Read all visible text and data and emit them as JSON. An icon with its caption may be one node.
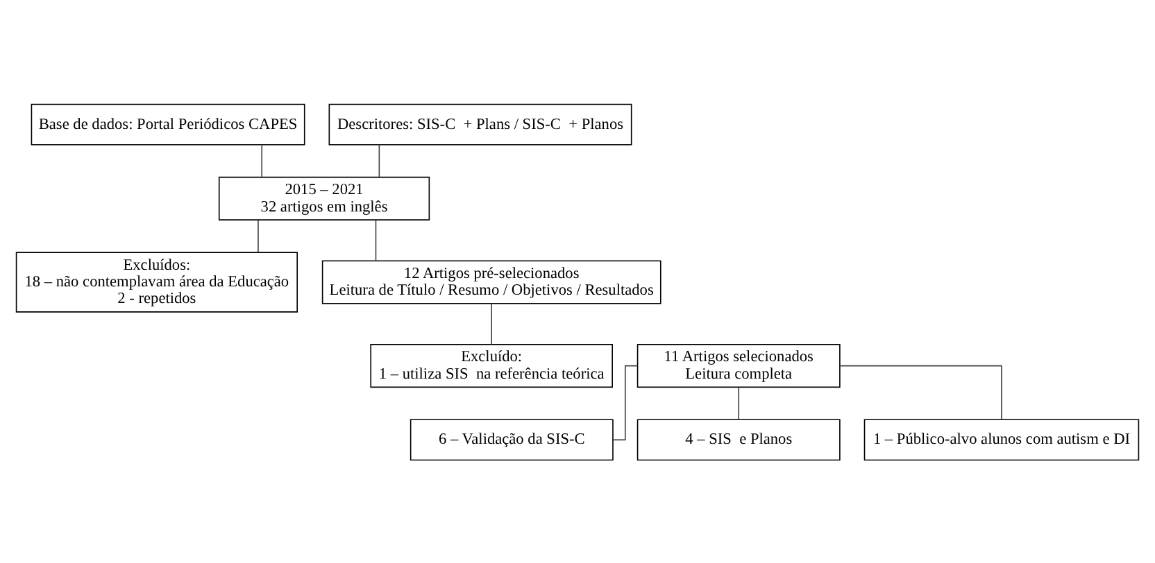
{
  "diagram": {
    "nodes": [
      {
        "text": [
          "Base de dados: Portal Periódicos CAPES"
        ]
      },
      {
        "text": [
          "Descritores: SIS-C  + Plans / SIS-C  + Planos"
        ]
      },
      {
        "text": [
          "2015 – 2021",
          "32 artigos em inglês"
        ]
      },
      {
        "text": [
          "Excluídos:",
          "18 – não contemplavam área da Educação",
          "2 - repetidos"
        ]
      },
      {
        "text": [
          "12 Artigos pré-selecionados",
          "Leitura de Título / Resumo / Objetivos / Resultados"
        ]
      },
      {
        "text": [
          "Excluído:",
          "1 – utiliza SIS  na referência teórica"
        ]
      },
      {
        "text": [
          "11 Artigos selecionados",
          "Leitura completa"
        ]
      },
      {
        "text": [
          "6 – Validação da SIS-C"
        ]
      },
      {
        "text": [
          "4 – SIS  e Planos"
        ]
      },
      {
        "text": [
          "1 – Público-alvo alunos com autism e DI"
        ]
      }
    ],
    "edges": [
      {
        "from": 0,
        "to": 2,
        "arrow": "none"
      },
      {
        "from": 1,
        "to": 2,
        "arrow": "none"
      },
      {
        "from": 2,
        "to": 3,
        "arrow": "none"
      },
      {
        "from": 2,
        "to": 4,
        "arrow": "none"
      },
      {
        "from": 4,
        "to": 5,
        "arrow": "none"
      },
      {
        "from": 6,
        "to": 7,
        "arrow": "none"
      },
      {
        "from": 6,
        "to": 8,
        "arrow": "none"
      },
      {
        "from": 6,
        "to": 9,
        "arrow": "none"
      }
    ]
  }
}
